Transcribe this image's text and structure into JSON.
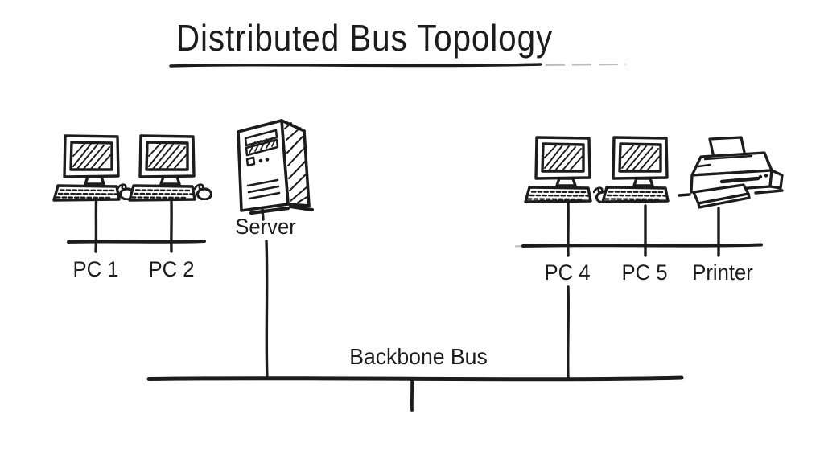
{
  "title": "Distributed Bus Topology",
  "colors": {
    "ink": "#1c1c1c",
    "background": "#ffffff",
    "faded_line": "#bdbdbd"
  },
  "backbone": {
    "label": "Backbone Bus"
  },
  "nodes": [
    {
      "id": "pc1",
      "label": "PC 1",
      "icon": "desktop-pc-icon"
    },
    {
      "id": "pc2",
      "label": "PC 2",
      "icon": "desktop-pc-icon"
    },
    {
      "id": "server",
      "label": "Server",
      "icon": "server-tower-icon"
    },
    {
      "id": "pc4",
      "label": "PC 4",
      "icon": "desktop-pc-icon"
    },
    {
      "id": "pc5",
      "label": "PC 5",
      "icon": "desktop-pc-icon"
    },
    {
      "id": "printer",
      "label": "Printer",
      "icon": "printer-icon"
    }
  ]
}
